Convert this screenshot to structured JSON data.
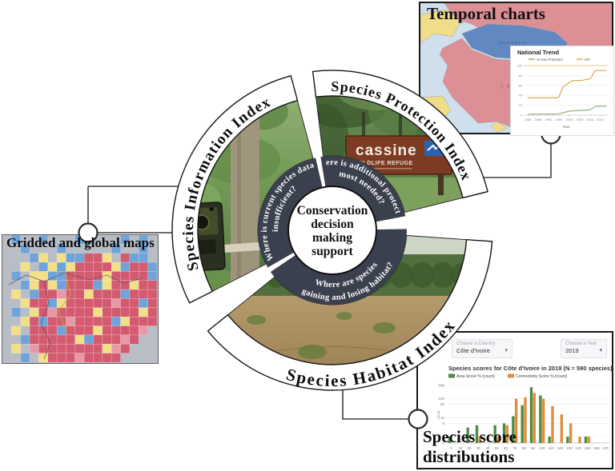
{
  "figure": {
    "center_lines": [
      "Conservation",
      "decision",
      "making",
      "support"
    ],
    "segments": [
      {
        "id": "information",
        "title": "Species Information Index",
        "question_line1": "Where is current species data",
        "question_line2": "insufficient?"
      },
      {
        "id": "protection",
        "title": "Species Protection Index",
        "question_line1": "Where is additional protection",
        "question_line2": "most needed?"
      },
      {
        "id": "habitat",
        "title": "Species Habitat Index",
        "question_line1": "Where are species",
        "question_line2": "gaining and losing habitat?"
      }
    ],
    "refuge_sign": {
      "name": "cassine",
      "subtitle": "WILDLIFE REFUGE"
    },
    "colors": {
      "dark_ring": "#3b404e",
      "outline": "#161616",
      "band": "#ffffff"
    }
  },
  "panels": {
    "temporal": {
      "title": "Temporal charts",
      "map_labels": {
        "mongolia": "MONGOLIA",
        "china": "CHINA"
      },
      "map_colors": {
        "sea": "#cfe0ec",
        "rose": "#dd8f96",
        "blue": "#6288c2",
        "yellow": "#f0dd8a",
        "gray": "#c9cdd2",
        "border": "#9aa0a8"
      }
    },
    "gridded": {
      "title": "Gridded and global maps"
    },
    "distributions": {
      "title": "Species score distributions",
      "country_select": {
        "label": "Choose a Country",
        "value": "Côte d'Ivoire"
      },
      "year_select": {
        "label": "Choose a Year",
        "value": "2019"
      }
    }
  },
  "chart_data": [
    {
      "id": "national_trend",
      "type": "line",
      "title": "National Trend",
      "xlabel": "Year",
      "ylabel": "",
      "x_ticks": [
        1980,
        1985,
        1990,
        1995,
        2000,
        2005,
        2010,
        2015
      ],
      "y_ticks": [
        0,
        20,
        40,
        60,
        80,
        100
      ],
      "xlim": [
        1978,
        2019
      ],
      "ylim": [
        0,
        100
      ],
      "reference_line": 100,
      "grid": true,
      "legend_position": "top",
      "series": [
        {
          "name": "% Area Protected",
          "color": "#8aa86a",
          "points": [
            [
              1980,
              2
            ],
            [
              1992,
              2
            ],
            [
              1995,
              3
            ],
            [
              1997,
              5
            ],
            [
              1999,
              7
            ],
            [
              2000,
              8
            ],
            [
              2003,
              9
            ],
            [
              2008,
              10
            ],
            [
              2010,
              11
            ],
            [
              2011,
              13
            ],
            [
              2012,
              16
            ],
            [
              2013,
              18
            ],
            [
              2018,
              18
            ]
          ]
        },
        {
          "name": "SPI",
          "color": "#e0a23e",
          "points": [
            [
              1980,
              35
            ],
            [
              1994,
              35
            ],
            [
              1995,
              37
            ],
            [
              1996,
              47
            ],
            [
              1997,
              57
            ],
            [
              1998,
              60
            ],
            [
              1999,
              62
            ],
            [
              2000,
              66
            ],
            [
              2001,
              68
            ],
            [
              2002,
              70
            ],
            [
              2006,
              70
            ],
            [
              2007,
              71
            ],
            [
              2008,
              72
            ],
            [
              2010,
              73
            ],
            [
              2011,
              79
            ],
            [
              2012,
              87
            ],
            [
              2013,
              90
            ],
            [
              2018,
              90
            ]
          ]
        }
      ]
    },
    {
      "id": "species_scores",
      "type": "bar",
      "title": "Species scores for Côte d'Ivoire in 2019 (N = 590 species)",
      "ylabel": "count",
      "log_scale": true,
      "categories": [
        0,
        10,
        20,
        30,
        40,
        50,
        60,
        70,
        80,
        90,
        100,
        110,
        120,
        130,
        140,
        150,
        160,
        170
      ],
      "y_ticks": [
        0,
        1,
        5,
        10,
        50,
        100,
        500
      ],
      "series": [
        {
          "name": "Area Score % (count)",
          "color": "#4f8b45",
          "values": [
            1,
            0,
            3,
            4,
            0,
            4,
            5,
            12,
            45,
            400,
            150,
            1,
            0,
            1,
            0,
            1,
            0,
            0
          ]
        },
        {
          "name": "Connectivity Score % (count)",
          "color": "#dd8f3c",
          "values": [
            0,
            0,
            0,
            1,
            0,
            1,
            4,
            100,
            120,
            200,
            100,
            40,
            15,
            5,
            1,
            1,
            0,
            0
          ]
        }
      ]
    }
  ],
  "grid_map": {
    "palette": {
      "r": "#d45a70",
      "p": "#e79aa6",
      "y": "#f2df86",
      "b": "#6fa3d9",
      "l": "#a9c9e9",
      "d": "#c24b62"
    },
    "rows": [
      ".b..b...bb...b.b.",
      "..b...b.....b..b.",
      "...by.ybbrry.rbb.",
      "..y.bybyrrrrybrrb",
      ".b.yybbrrrryrrrrb",
      "..byrybrrrbyrryrr",
      ".y.brrprryrrrbrrr",
      "..yrrbyrrrrrprrbr",
      ".b.yrprrrryrrrryr",
      "..yrbrrprrrrbyrrr",
      ".y.rrrbrrryrrrrp.",
      "..brrrrrybrrrpr..",
      ".y.prrrrrrrypr...",
      "..b.yrrrprrrr...."
    ]
  }
}
